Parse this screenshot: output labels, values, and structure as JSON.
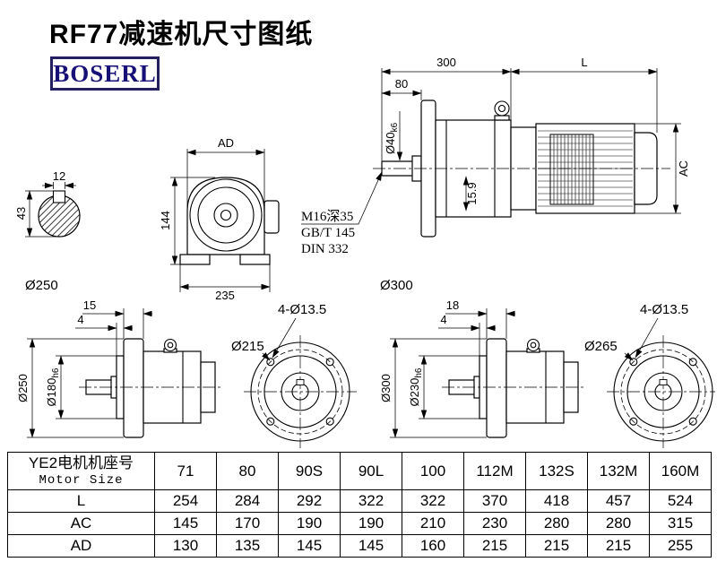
{
  "page": {
    "title": "RF77减速机尺寸图纸",
    "brand": "BOSERL",
    "brand_color": "#171077"
  },
  "drawings": {
    "shaft_section": {
      "key_width": "12",
      "height": "43"
    },
    "gearbox_front": {
      "ad": "AD",
      "h144": "144",
      "w235": "235"
    },
    "assembly_side": {
      "len300": "300",
      "lenL": "L",
      "len80": "80",
      "shaft_dia": "Ø40",
      "shaft_tol": "k6",
      "ac": "AC",
      "dim159": "15.9",
      "note1": "M16深35",
      "note2": "GB/T 145",
      "note3": "DIN 332"
    },
    "flange_small": {
      "caption": "Ø250",
      "depth": "15",
      "gap": "4",
      "od": "Ø250",
      "spigot_dia": "Ø180",
      "spigot_tol": "h6",
      "bolt_circle": "Ø215",
      "holes": "4-Ø13.5"
    },
    "flange_large": {
      "caption": "Ø300",
      "depth": "18",
      "gap": "4",
      "od": "Ø300",
      "spigot_dia": "Ø230",
      "spigot_tol": "h6",
      "bolt_circle": "Ø265",
      "holes": "4-Ø13.5"
    }
  },
  "table": {
    "header_line1": "YE2电机机座号",
    "header_line2": "Motor Size",
    "columns": [
      "71",
      "80",
      "90S",
      "90L",
      "100",
      "112M",
      "132S",
      "132M",
      "160M"
    ],
    "rows": [
      {
        "label": "L",
        "values": [
          "254",
          "284",
          "292",
          "322",
          "322",
          "370",
          "418",
          "457",
          "524"
        ]
      },
      {
        "label": "AC",
        "values": [
          "145",
          "170",
          "190",
          "190",
          "210",
          "230",
          "280",
          "280",
          "315"
        ]
      },
      {
        "label": "AD",
        "values": [
          "130",
          "135",
          "145",
          "145",
          "160",
          "215",
          "215",
          "215",
          "255"
        ]
      }
    ]
  }
}
